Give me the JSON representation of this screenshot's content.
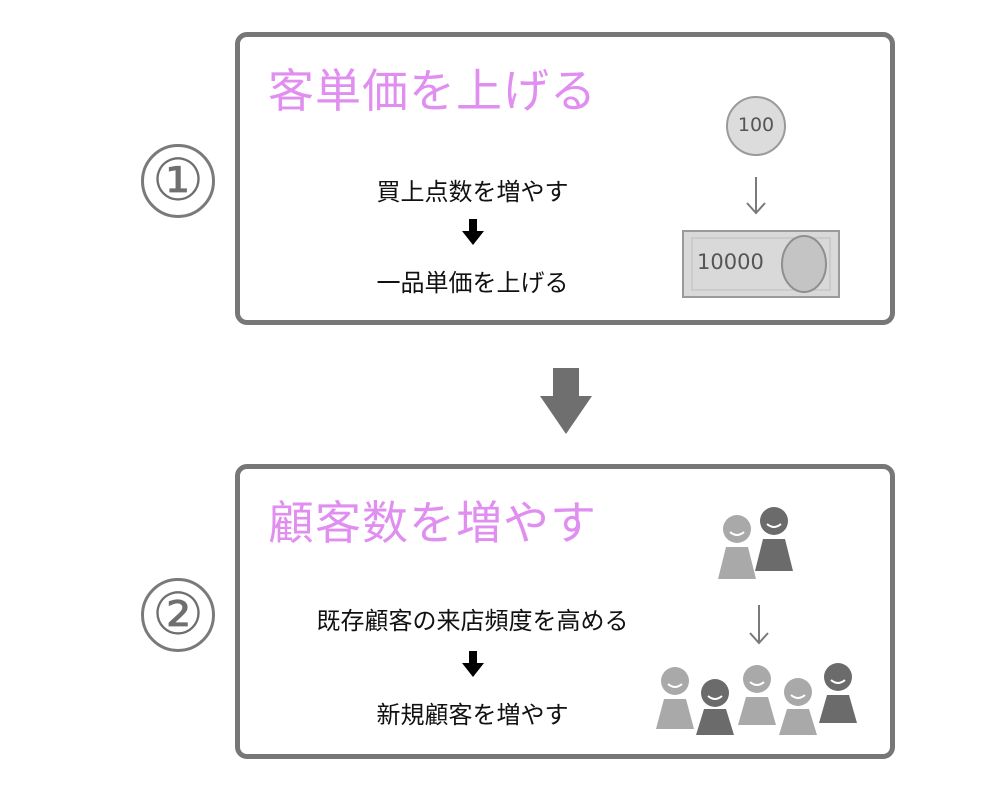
{
  "step1": {
    "number": "①",
    "title": "客単価を上げる",
    "line1": "買上点数を増やす",
    "line2": "一品単価を上げる",
    "coin_label": "100",
    "bill_label": "10000"
  },
  "step2": {
    "number": "②",
    "title": "顧客数を増やす",
    "line1": "既存顧客の来店頻度を高める",
    "line2": "新規顧客を増やす"
  },
  "colors": {
    "title": "#e08ef0",
    "border": "#777777",
    "arrow": "#6f6f6f",
    "person_light": "#a9a9a9",
    "person_dark": "#6b6b6b"
  },
  "icons": [
    "coin-icon",
    "banknote-icon",
    "person-icon",
    "down-arrow-icon"
  ]
}
